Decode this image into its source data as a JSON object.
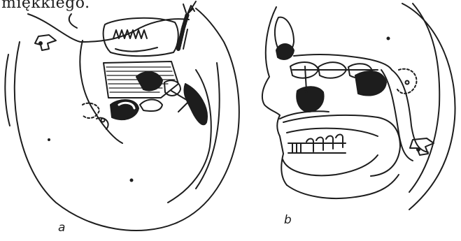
{
  "header_text": "miękkiego.",
  "panels": [
    {
      "label": "a"
    },
    {
      "label": "b"
    }
  ],
  "colors": {
    "ink": "#1d1d1d",
    "paper": "#ffffff"
  }
}
